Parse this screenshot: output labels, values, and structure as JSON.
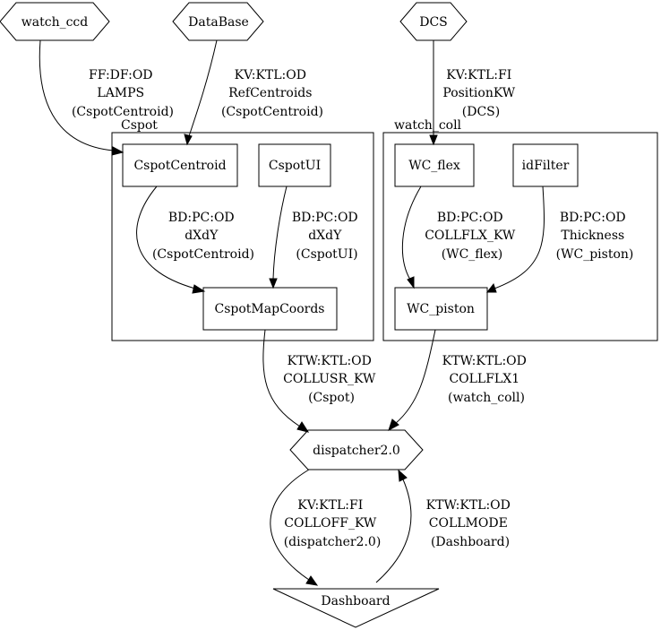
{
  "nodes": {
    "watch_ccd": "watch_ccd",
    "database": "DataBase",
    "dcs": "DCS",
    "cspot_centroid": "CspotCentroid",
    "cspot_ui": "CspotUI",
    "cspot_map_coords": "CspotMapCoords",
    "wc_flex": "WC_flex",
    "id_filter": "idFilter",
    "wc_piston": "WC_piston",
    "dispatcher": "dispatcher2.0",
    "dashboard": "Dashboard"
  },
  "clusters": {
    "cspot": "Cspot",
    "watch_coll": "watch_coll"
  },
  "edges": {
    "watch_ccd_to_centroid": [
      "FF:DF:OD",
      "LAMPS",
      "(CspotCentroid)"
    ],
    "database_to_centroid": [
      "KV:KTL:OD",
      "RefCentroids",
      "(CspotCentroid)"
    ],
    "dcs_to_wc_flex": [
      "KV:KTL:FI",
      "PositionKW",
      "(DCS)"
    ],
    "centroid_to_map": [
      "BD:PC:OD",
      "dXdY",
      "(CspotCentroid)"
    ],
    "ui_to_map": [
      "BD:PC:OD",
      "dXdY",
      "(CspotUI)"
    ],
    "wc_flex_to_piston": [
      "BD:PC:OD",
      "COLLFLX_KW",
      "(WC_flex)"
    ],
    "idfilter_to_piston": [
      "BD:PC:OD",
      "Thickness",
      "(WC_piston)"
    ],
    "map_to_dispatcher": [
      "KTW:KTL:OD",
      "COLLUSR_KW",
      "(Cspot)"
    ],
    "piston_to_dispatcher": [
      "KTW:KTL:OD",
      "COLLFLX1",
      "(watch_coll)"
    ],
    "dispatcher_to_dashboard": [
      "KV:KTL:FI",
      "COLLOFF_KW",
      "(dispatcher2.0)"
    ],
    "dashboard_to_dispatcher": [
      "KTW:KTL:OD",
      "COLLMODE",
      "(Dashboard)"
    ]
  }
}
